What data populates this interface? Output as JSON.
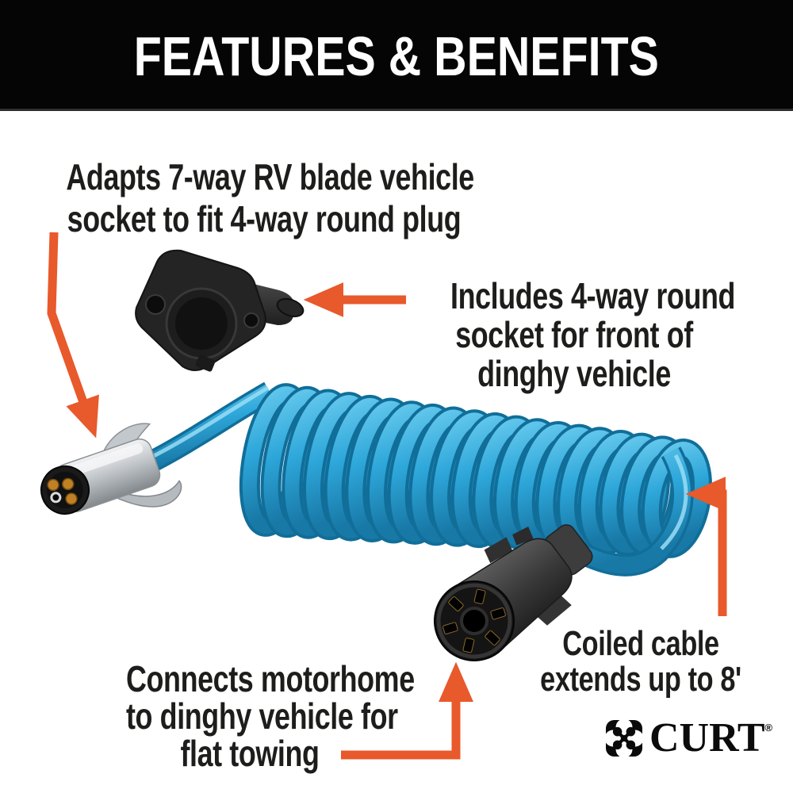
{
  "header": {
    "title": "FEATURES & BENEFITS"
  },
  "callouts": [
    {
      "id": "adapter",
      "lines": [
        "Adapts 7-way RV blade vehicle",
        "socket to fit 4-way round plug"
      ]
    },
    {
      "id": "round-socket",
      "lines": [
        "Includes 4-way round",
        "socket for front of",
        "dinghy vehicle"
      ]
    },
    {
      "id": "flat-towing",
      "lines": [
        "Connects motorhome",
        "to dinghy vehicle for",
        "flat towing"
      ]
    },
    {
      "id": "coiled-cable",
      "lines": [
        "Coiled cable",
        "extends up to 8'"
      ]
    }
  ],
  "brand": {
    "name": "CURT",
    "registered_mark": "®",
    "logo_icon": "curt-quatrefoil-icon"
  },
  "colors": {
    "accent_orange": "#E8592B",
    "cable_blue": "#2EA7DA",
    "cable_blue_dark": "#116E99",
    "cable_blue_light": "#66C9ED",
    "header_black": "#050505",
    "text_black": "#1D1D1B"
  }
}
